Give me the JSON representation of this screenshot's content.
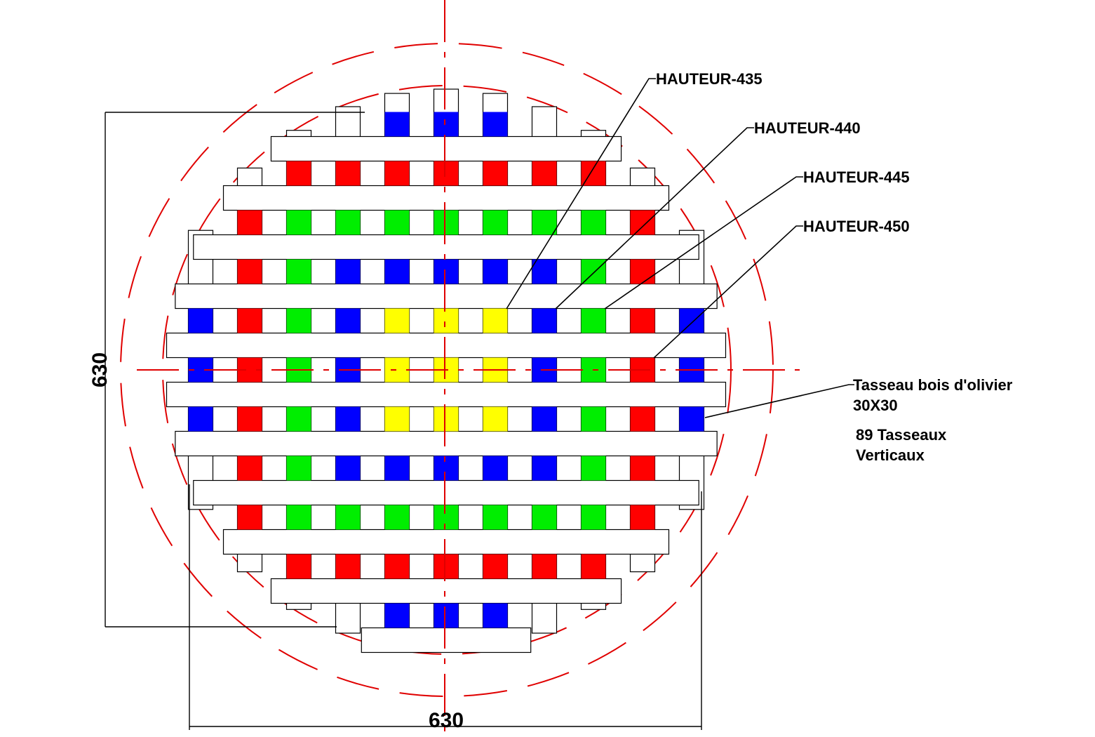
{
  "labels": {
    "h435": "HAUTEUR-435",
    "h440": "HAUTEUR-440",
    "h445": "HAUTEUR-445",
    "h450": "HAUTEUR-450",
    "tasseau_line1": "Tasseau bois d'olivier",
    "tasseau_line2": "30X30",
    "count_line1": "89 Tasseaux",
    "count_line2": "Verticaux"
  },
  "dimensions": {
    "height": "630",
    "width": "630"
  },
  "colors": {
    "red": "#ff0000",
    "green": "#00ee00",
    "blue": "#0000ff",
    "yellow": "#ffff00",
    "guide": "#e00000"
  },
  "grid_rows": [
    "...BBB...",
    "RRRRRRR",
    "RGGGGGGGR",
    "RGBBBBBGR",
    "BRGBYYYBGRB",
    "BRGBYYYBGRB",
    "BRGBYYYBGRB",
    "RGBBBBBGR",
    "RGGGGGGGR",
    "RRRRRRR",
    "...BBB..."
  ]
}
